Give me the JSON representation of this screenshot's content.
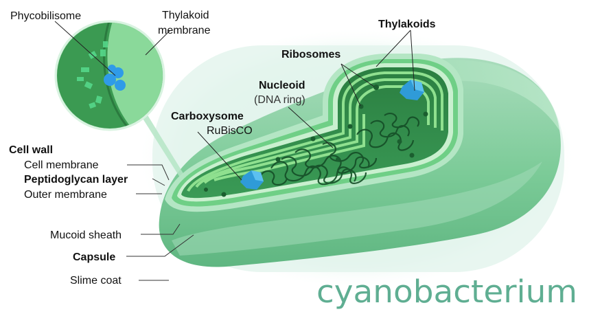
{
  "title": "cyanobacterium",
  "labels": {
    "phycobilisome": "Phycobilisome",
    "thylakoid_membrane_line1": "Thylakoid",
    "thylakoid_membrane_line2": "membrane",
    "thylakoids": "Thylakoids",
    "ribosomes": "Ribosomes",
    "nucleoid": "Nucleoid",
    "dna_ring": "(DNA ring)",
    "carboxysome": "Carboxysome",
    "rubisco": "RuBisCO",
    "cell_wall": "Cell wall",
    "cell_membrane": "Cell membrane",
    "peptidoglycan_layer": "Peptidoglycan layer",
    "outer_membrane": "Outer membrane",
    "mucoid_sheath": "Mucoid sheath",
    "capsule": "Capsule",
    "slime_coat": "Slime coat"
  },
  "colors": {
    "title": "#5fae92",
    "slime": "#e4f5ef",
    "capsule_fill": "#93d3ab",
    "sheath_fill": "#6cc48a",
    "cytoplasm": "#2f8a47",
    "thylakoid": "#8fe08f",
    "carboxysome": "#2f9bd8",
    "nucleoid": "#154e27"
  }
}
